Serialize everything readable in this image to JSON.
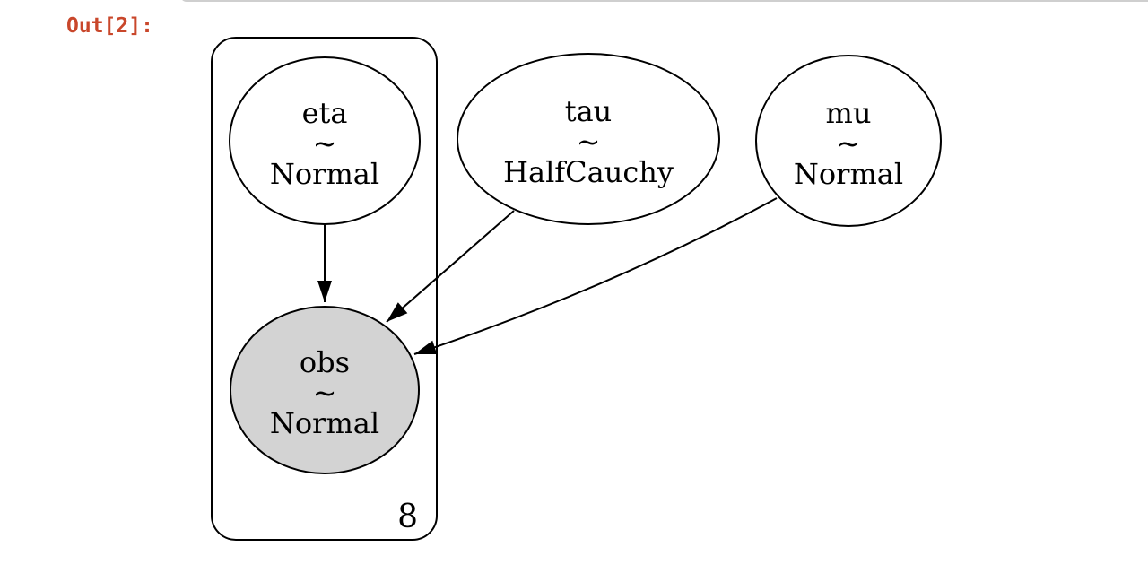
{
  "notebook": {
    "out_prompt": "Out[2]:",
    "prompt_color": "#c9472b",
    "cell_border_color": "#cfcfcf"
  },
  "diagram": {
    "type": "probabilistic-model-graph",
    "plate": {
      "label": "8"
    },
    "nodes": [
      {
        "id": "eta",
        "name": "eta",
        "tilde": "~",
        "dist": "Normal",
        "observed": false,
        "in_plate": true
      },
      {
        "id": "tau",
        "name": "tau",
        "tilde": "~",
        "dist": "HalfCauchy",
        "observed": false,
        "in_plate": false
      },
      {
        "id": "mu",
        "name": "mu",
        "tilde": "~",
        "dist": "Normal",
        "observed": false,
        "in_plate": false
      },
      {
        "id": "obs",
        "name": "obs",
        "tilde": "~",
        "dist": "Normal",
        "observed": true,
        "in_plate": true
      }
    ],
    "edges": [
      {
        "from": "eta",
        "to": "obs"
      },
      {
        "from": "tau",
        "to": "obs"
      },
      {
        "from": "mu",
        "to": "obs"
      }
    ],
    "colors": {
      "node_stroke": "#000000",
      "unobserved_fill": "#ffffff",
      "observed_fill": "#d3d3d3",
      "edge": "#000000"
    }
  }
}
